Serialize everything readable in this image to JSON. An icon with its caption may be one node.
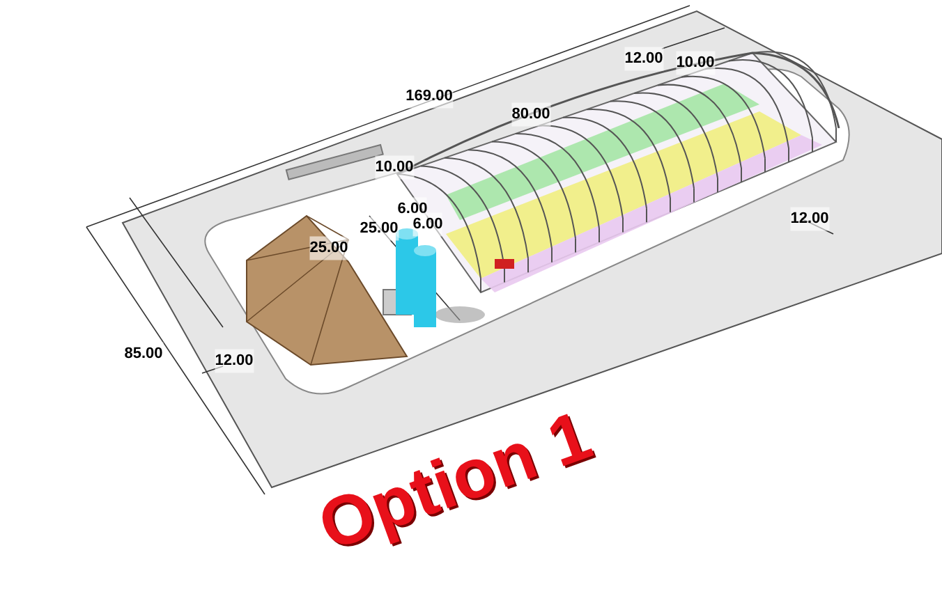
{
  "diagram": {
    "caption": "Option 1",
    "labels": [
      "169.00",
      "12.00",
      "10.00",
      "80.00",
      "10.00",
      "6.00",
      "6.00",
      "25.00",
      "25.00",
      "12.00",
      "85.00",
      "12.00"
    ]
  }
}
